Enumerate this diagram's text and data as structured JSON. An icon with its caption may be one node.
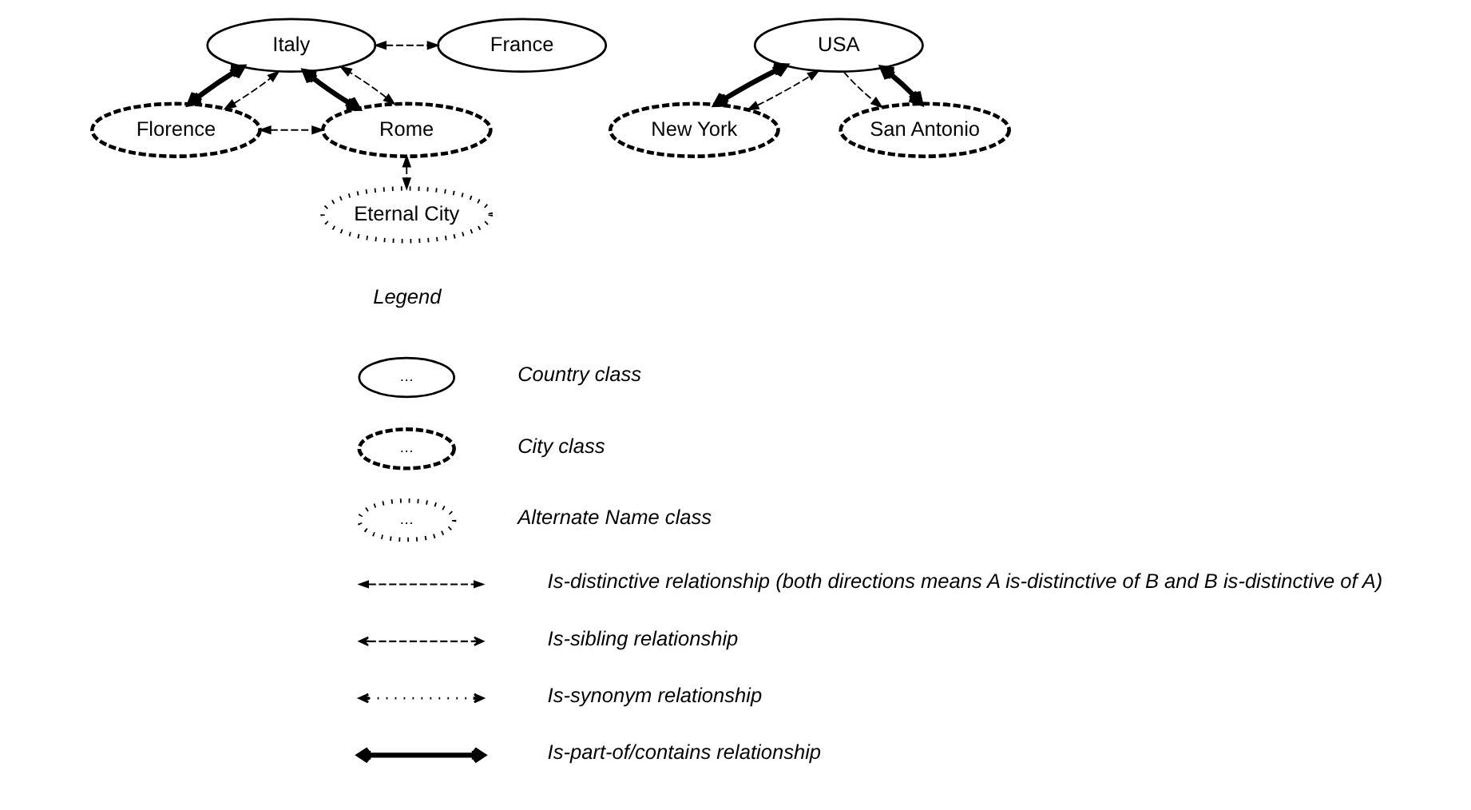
{
  "diagram": {
    "nodes": [
      {
        "text": [
          "Italy"
        ]
      },
      {
        "text": [
          "France"
        ]
      },
      {
        "text": [
          "Florence"
        ]
      },
      {
        "text": [
          "Rome"
        ]
      },
      {
        "text": [
          "Eternal City"
        ]
      },
      {
        "text": [
          "USA"
        ]
      },
      {
        "text": [
          "New York"
        ]
      },
      {
        "text": [
          "San Antonio"
        ]
      }
    ],
    "edges": [
      {
        "from": 0,
        "to": 1,
        "arrow": "both",
        "style": "dashed"
      },
      {
        "from": 2,
        "to": 0,
        "arrow": "both",
        "style": "dashed"
      },
      {
        "from": 0,
        "to": 2,
        "arrow": "both",
        "style": "thick"
      },
      {
        "from": 3,
        "to": 0,
        "arrow": "both",
        "style": "dashed"
      },
      {
        "from": 0,
        "to": 3,
        "arrow": "both",
        "style": "thick"
      },
      {
        "from": 2,
        "to": 3,
        "arrow": "both",
        "style": "dashed"
      },
      {
        "from": 3,
        "to": 4,
        "arrow": "both",
        "style": "dashed"
      },
      {
        "from": 6,
        "to": 5,
        "arrow": "both",
        "style": "dashed"
      },
      {
        "from": 5,
        "to": 6,
        "arrow": "both",
        "style": "thick"
      },
      {
        "from": 5,
        "to": 7,
        "arrow": "to",
        "style": "dashed"
      },
      {
        "from": 5,
        "to": 7,
        "arrow": "both",
        "style": "thick"
      }
    ],
    "labels": [
      "Legend",
      "…",
      "…",
      "…"
    ],
    "legend": [
      {
        "text": "Country class"
      },
      {
        "text": "City class"
      },
      {
        "text": "Alternate Name class"
      },
      {
        "text": "Is-distinctive relationship (both directions means A is-distinctive of B and B is-distinctive of A)"
      },
      {
        "text": "Is-sibling relationship"
      },
      {
        "text": "Is-synonym relationship"
      },
      {
        "text": "Is-part-of/contains relationship"
      }
    ]
  }
}
